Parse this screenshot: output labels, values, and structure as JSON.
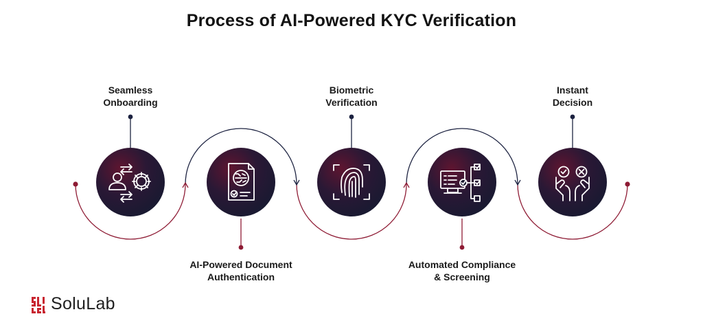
{
  "title": "Process of AI-Powered KYC Verification",
  "steps": [
    {
      "line1": "Seamless",
      "line2": "Onboarding",
      "icon": "user-gear-icon"
    },
    {
      "line1": "AI-Powered Document",
      "line2": "Authentication",
      "icon": "document-scan-icon"
    },
    {
      "line1": "Biometric",
      "line2": "Verification",
      "icon": "fingerprint-icon"
    },
    {
      "line1": "Automated Compliance",
      "line2": "& Screening",
      "icon": "monitor-checklist-icon"
    },
    {
      "line1": "Instant",
      "line2": "Decision",
      "icon": "hands-approve-reject-icon"
    }
  ],
  "brand": {
    "name": "SoluLab",
    "icon": "solulab-logo-icon"
  },
  "colors": {
    "navy": "#1c2240",
    "crimson": "#8e1b34",
    "circle_dark": "#1a1530",
    "circle_accent": "#7a1233"
  }
}
